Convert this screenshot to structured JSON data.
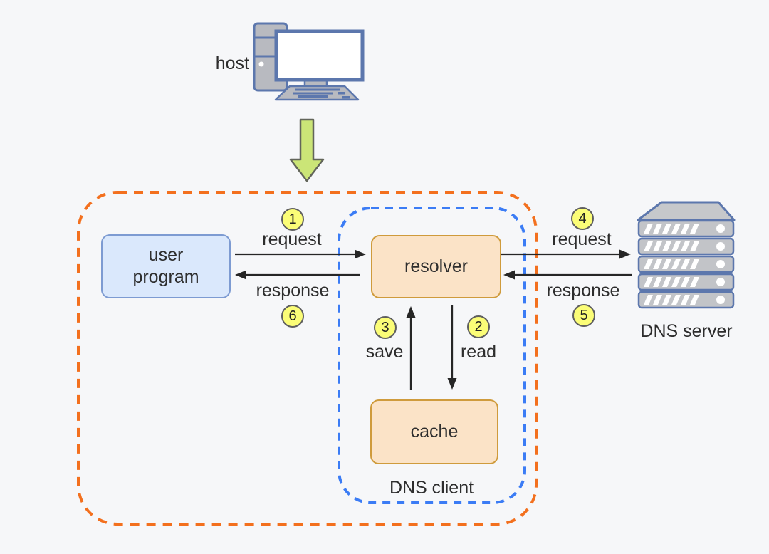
{
  "diagram_type": "DNS resolution flow diagram",
  "nodes": {
    "user_program": {
      "label": "user program"
    },
    "resolver": {
      "label": "resolver"
    },
    "cache": {
      "label": "cache"
    }
  },
  "labels": {
    "host": "host",
    "dns_server": "DNS server",
    "dns_client": "DNS client"
  },
  "steps": [
    {
      "num": "1",
      "label": "request",
      "from": "user program",
      "to": "resolver"
    },
    {
      "num": "2",
      "label": "read",
      "from": "resolver",
      "to": "cache"
    },
    {
      "num": "3",
      "label": "save",
      "from": "cache",
      "to": "resolver"
    },
    {
      "num": "4",
      "label": "request",
      "from": "resolver",
      "to": "DNS server"
    },
    {
      "num": "5",
      "label": "response",
      "from": "DNS server",
      "to": "resolver"
    },
    {
      "num": "6",
      "label": "response",
      "from": "resolver",
      "to": "user program"
    }
  ],
  "icons": {
    "host": "desktop-computer-icon",
    "dns_server": "server-rack-icon",
    "flow": "green-down-arrow-icon"
  },
  "colors": {
    "background": "#f6f7f9",
    "outer_boundary_dash": "#f3701e",
    "dns_client_boundary_dash": "#3b7cf5",
    "user_program_fill": "#dae8fc",
    "user_program_border": "#7d9bd2",
    "resolver_cache_fill": "#fbe3c7",
    "resolver_cache_border": "#cf9b3c",
    "step_badge_fill": "#fbfd77",
    "step_badge_border": "#5f5f5f",
    "arrow": "#262626",
    "down_arrow_fill": "#cbe577",
    "icon_stroke": "#5c77ad",
    "icon_fill": "#bfc1c6"
  }
}
